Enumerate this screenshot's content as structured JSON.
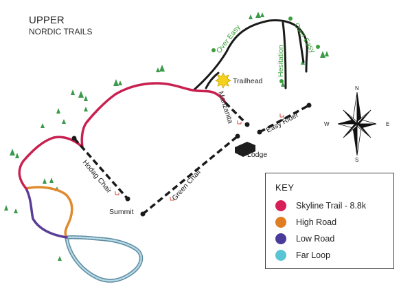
{
  "title": {
    "line1": "UPPER",
    "line2": "NORDIC TRAILS"
  },
  "trail_labels": {
    "over_easy_1": "Over Easy",
    "over_easy_2": "Over Easy",
    "hesitation": "Hesitation",
    "trailhead": "Trailhead",
    "manzanita": "Manzanita",
    "easy_rider": "Easy Rider",
    "lodge": "Lodge",
    "hodag_chair": "Hodag Chair",
    "green_chair": "Green Chair",
    "summit": "Summit"
  },
  "compass": {
    "n": "N",
    "s": "S",
    "e": "E",
    "w": "W"
  },
  "key": {
    "title": "KEY",
    "items": [
      {
        "label": "Skyline Trail - 8.8k",
        "color": "#d81e58"
      },
      {
        "label": "High Road",
        "color": "#e07d22"
      },
      {
        "label": "Low Road",
        "color": "#4a3a9a"
      },
      {
        "label": "Far Loop",
        "color": "#58c4d4"
      }
    ]
  },
  "colors": {
    "skyline": "#c8214f",
    "high_road": "#e08a2e",
    "low_road": "#5a3d96",
    "far_loop": "#6fa7bd",
    "black_trail": "#1a1a1a",
    "tree": "#3a9a4a",
    "trailhead": "#f5d11b"
  }
}
